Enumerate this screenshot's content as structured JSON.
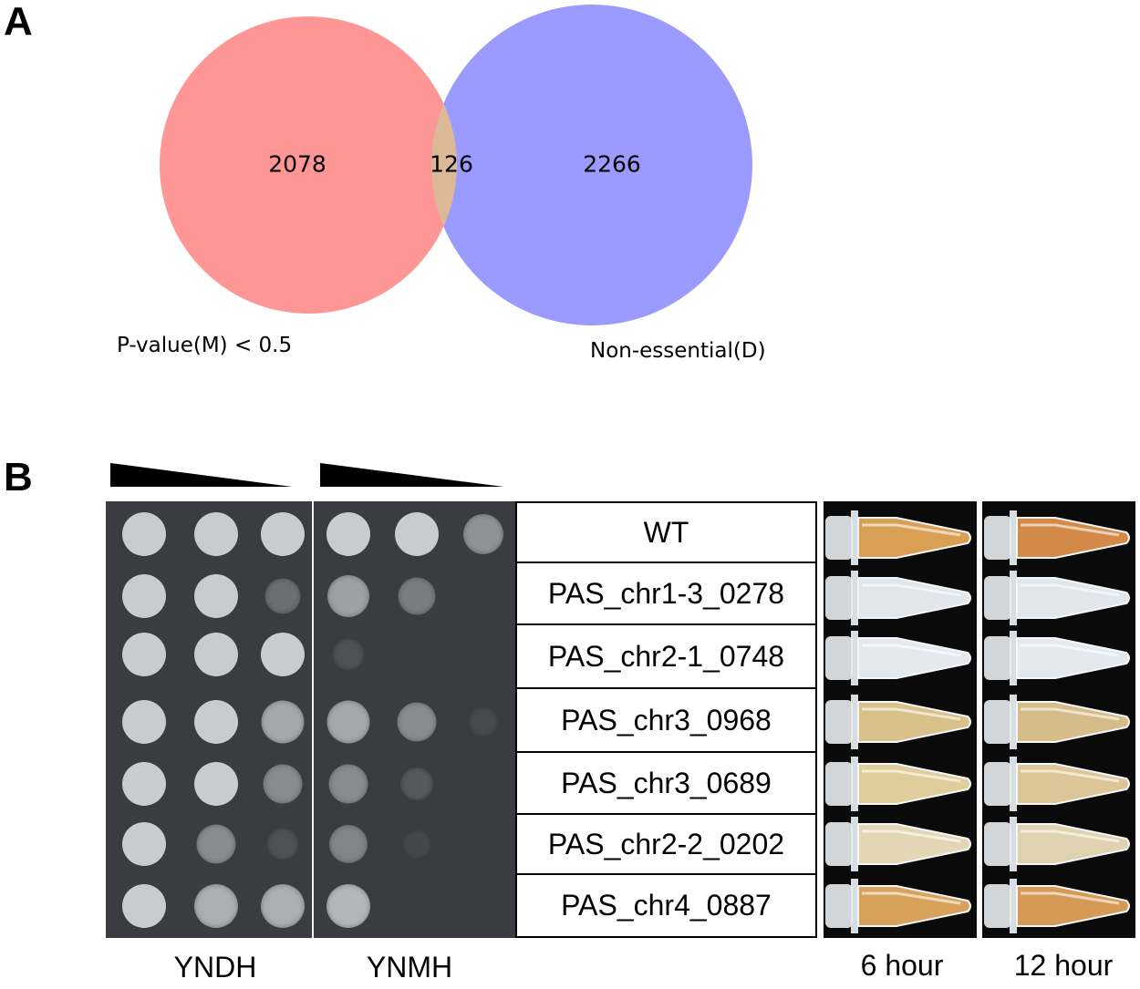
{
  "panel_a": {
    "letter": "A",
    "venn": {
      "left_count": "2078",
      "overlap_count": "126",
      "right_count": "2266",
      "left_label": "P-value(M) < 0.5",
      "right_label": "Non-essential(D)",
      "left_color": "#ff9696",
      "right_color": "#9b9bff",
      "overlap_color": "#dcb896"
    }
  },
  "panel_b": {
    "letter": "B",
    "plates": [
      {
        "name": "YNDH",
        "spots": [
          [
            1,
            1,
            1
          ],
          [
            1,
            1,
            0.35
          ],
          [
            1,
            1,
            1
          ],
          [
            1,
            1,
            0.75
          ],
          [
            1,
            1,
            0.55
          ],
          [
            1,
            0.55,
            0.15
          ],
          [
            1,
            0.8,
            0.8
          ]
        ]
      },
      {
        "name": "YNMH",
        "spots": [
          [
            1,
            1,
            0.6
          ],
          [
            0.7,
            0.45,
            0
          ],
          [
            0.15,
            0,
            0
          ],
          [
            0.75,
            0.55,
            0.1
          ],
          [
            0.55,
            0.2,
            0
          ],
          [
            0.5,
            0.08,
            0
          ],
          [
            0.85,
            0,
            0
          ]
        ]
      }
    ],
    "strains": [
      "WT",
      "PAS_chr1-3_0278",
      "PAS_chr2-1_0748",
      "PAS_chr3_0968",
      "PAS_chr3_0689",
      "PAS_chr2-2_0202",
      "PAS_chr4_0887"
    ],
    "tube_colors": {
      "6h": [
        "#d9a055",
        "#e0e6ec",
        "#e3e9ef",
        "#d8c08a",
        "#e0cd9c",
        "#e2d6b4",
        "#d7a25c"
      ],
      "12h": [
        "#d38a48",
        "#e0e6ec",
        "#e3e9ef",
        "#d6bc88",
        "#dcc596",
        "#dfd2b0",
        "#d59a55"
      ]
    },
    "time_labels": [
      "6 hour",
      "12 hour"
    ]
  }
}
